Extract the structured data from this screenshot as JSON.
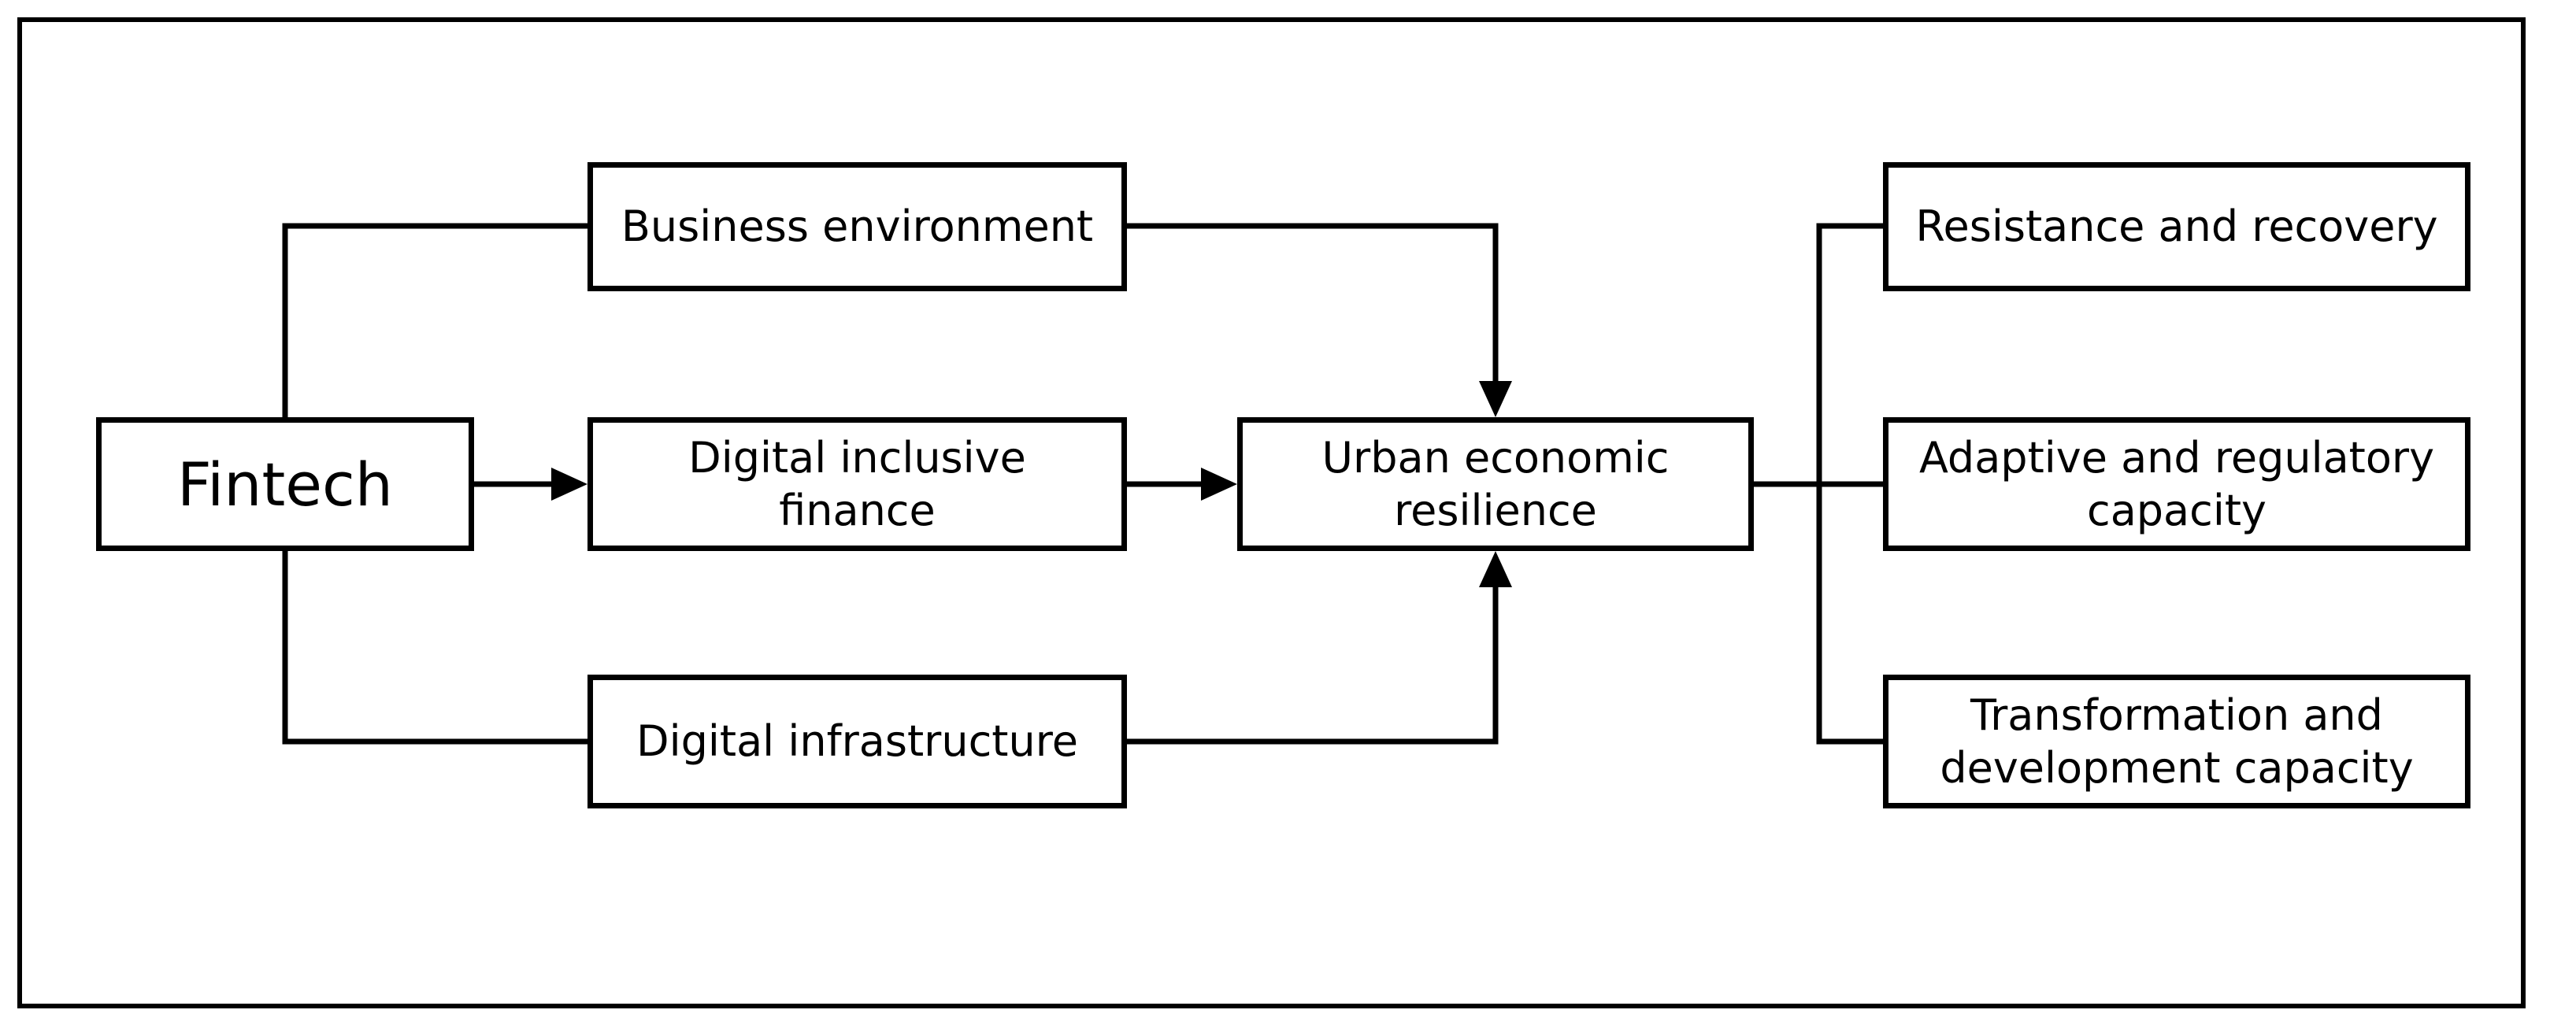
{
  "diagram": {
    "nodes": {
      "fintech": "Fintech",
      "business_environment": "Business environment",
      "digital_inclusive_finance": "Digital inclusive\nfinance",
      "digital_infrastructure": "Digital infrastructure",
      "urban_economic_resilience": "Urban economic\nresilience",
      "resistance_recovery": "Resistance and recovery",
      "adaptive_regulatory": "Adaptive and regulatory\ncapacity",
      "transformation_development": "Transformation and\ndevelopment capacity"
    },
    "edges": [
      {
        "from": "fintech",
        "to": "business_environment",
        "arrow": false
      },
      {
        "from": "fintech",
        "to": "digital_inclusive_finance",
        "arrow": true
      },
      {
        "from": "fintech",
        "to": "digital_infrastructure",
        "arrow": false
      },
      {
        "from": "business_environment",
        "to": "urban_economic_resilience",
        "arrow": true
      },
      {
        "from": "digital_inclusive_finance",
        "to": "urban_economic_resilience",
        "arrow": true
      },
      {
        "from": "digital_infrastructure",
        "to": "urban_economic_resilience",
        "arrow": true
      },
      {
        "from": "urban_economic_resilience",
        "to": "resistance_recovery",
        "arrow": false
      },
      {
        "from": "urban_economic_resilience",
        "to": "adaptive_regulatory",
        "arrow": false
      },
      {
        "from": "urban_economic_resilience",
        "to": "transformation_development",
        "arrow": false
      }
    ],
    "colors": {
      "line": "#000000",
      "background": "#ffffff"
    }
  }
}
